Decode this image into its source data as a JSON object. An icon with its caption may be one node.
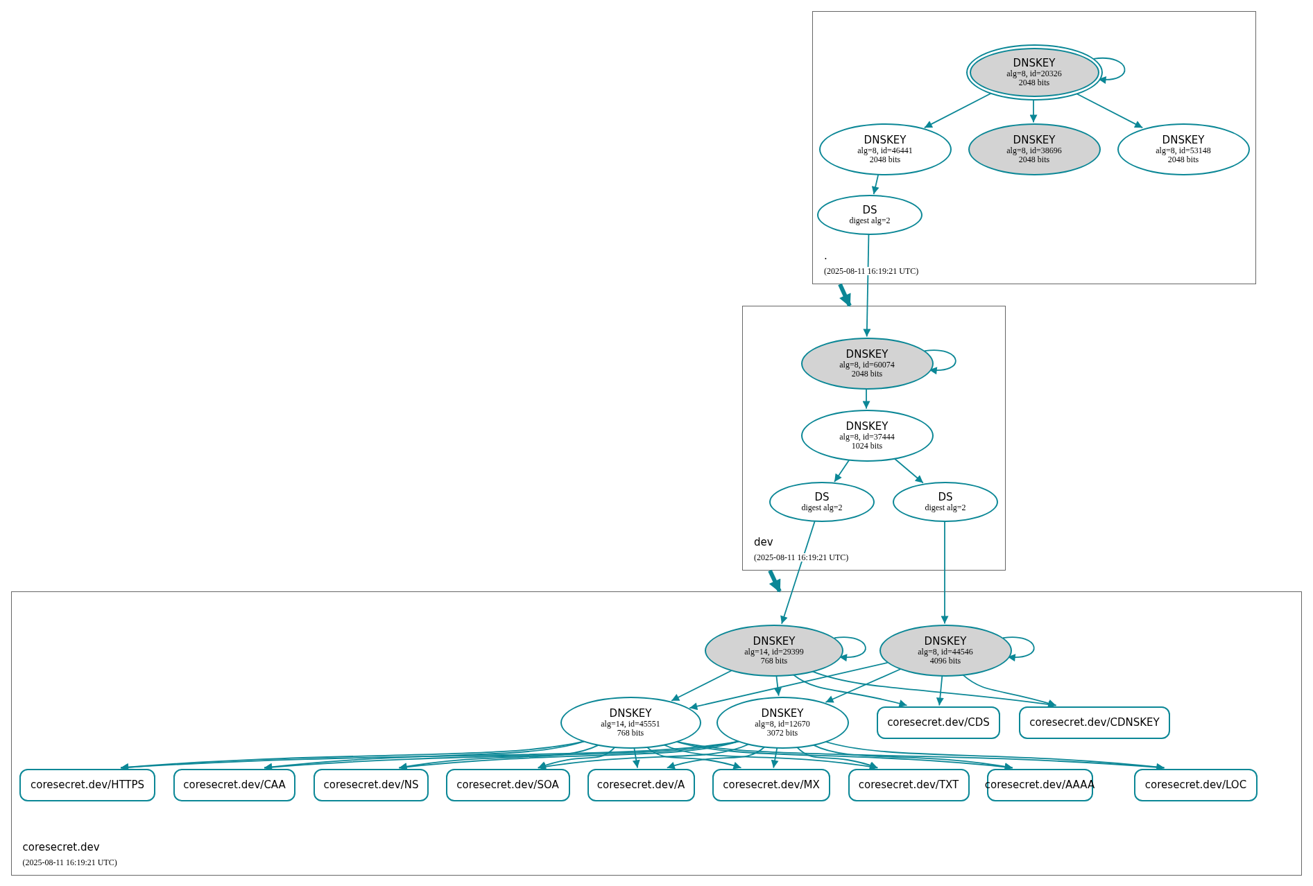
{
  "diagram": {
    "nodes": [
      {
        "text": [
          ".",
          "(2025-08-11 16:19:21 UTC)"
        ]
      },
      {
        "text": [
          "DNSKEY",
          "alg=8, id=20326",
          "2048 bits"
        ],
        "in": 0
      },
      {
        "text": [
          "DNSKEY",
          "alg=8, id=46441",
          "2048 bits"
        ],
        "in": 0
      },
      {
        "text": [
          "DNSKEY",
          "alg=8, id=38696",
          "2048 bits"
        ],
        "in": 0
      },
      {
        "text": [
          "DNSKEY",
          "alg=8, id=53148",
          "2048 bits"
        ],
        "in": 0
      },
      {
        "text": [
          "DS",
          "digest alg=2"
        ],
        "in": 0
      },
      {
        "text": [
          "dev",
          "(2025-08-11 16:19:21 UTC)"
        ]
      },
      {
        "text": [
          "DNSKEY",
          "alg=8, id=60074",
          "2048 bits"
        ],
        "in": 6
      },
      {
        "text": [
          "DNSKEY",
          "alg=8, id=37444",
          "1024 bits"
        ],
        "in": 6
      },
      {
        "text": [
          "DS",
          "digest alg=2"
        ],
        "in": 6
      },
      {
        "text": [
          "DS",
          "digest alg=2"
        ],
        "in": 6
      },
      {
        "text": [
          "coresecret.dev",
          "(2025-08-11 16:19:21 UTC)"
        ]
      },
      {
        "text": [
          "DNSKEY",
          "alg=14, id=29399",
          "768 bits"
        ],
        "in": 11
      },
      {
        "text": [
          "DNSKEY",
          "alg=8, id=44546",
          "4096 bits"
        ],
        "in": 11
      },
      {
        "text": [
          "DNSKEY",
          "alg=14, id=45551",
          "768 bits"
        ],
        "in": 11
      },
      {
        "text": [
          "DNSKEY",
          "alg=8, id=12670",
          "3072 bits"
        ],
        "in": 11
      },
      {
        "text": [
          "coresecret.dev/CDS"
        ],
        "in": 11
      },
      {
        "text": [
          "coresecret.dev/CDNSKEY"
        ],
        "in": 11
      },
      {
        "text": [
          "coresecret.dev/HTTPS"
        ],
        "in": 11
      },
      {
        "text": [
          "coresecret.dev/CAA"
        ],
        "in": 11
      },
      {
        "text": [
          "coresecret.dev/NS"
        ],
        "in": 11
      },
      {
        "text": [
          "coresecret.dev/SOA"
        ],
        "in": 11
      },
      {
        "text": [
          "coresecret.dev/A"
        ],
        "in": 11
      },
      {
        "text": [
          "coresecret.dev/MX"
        ],
        "in": 11
      },
      {
        "text": [
          "coresecret.dev/TXT"
        ],
        "in": 11
      },
      {
        "text": [
          "coresecret.dev/AAAA"
        ],
        "in": 11
      },
      {
        "text": [
          "coresecret.dev/LOC"
        ],
        "in": 11
      }
    ],
    "edges": [
      {
        "from": 1,
        "to": 1,
        "arrow": "to"
      },
      {
        "from": 1,
        "to": 2,
        "arrow": "to"
      },
      {
        "from": 1,
        "to": 3,
        "arrow": "to"
      },
      {
        "from": 1,
        "to": 4,
        "arrow": "to"
      },
      {
        "from": 2,
        "to": 5,
        "arrow": "to"
      },
      {
        "from": 5,
        "to": 7,
        "arrow": "to"
      },
      {
        "from": 0,
        "to": 6,
        "arrow": "to",
        "style": "thick"
      },
      {
        "from": 7,
        "to": 7,
        "arrow": "to"
      },
      {
        "from": 7,
        "to": 8,
        "arrow": "to"
      },
      {
        "from": 8,
        "to": 9,
        "arrow": "to"
      },
      {
        "from": 8,
        "to": 10,
        "arrow": "to"
      },
      {
        "from": 9,
        "to": 12,
        "arrow": "to"
      },
      {
        "from": 10,
        "to": 13,
        "arrow": "to"
      },
      {
        "from": 6,
        "to": 11,
        "arrow": "to",
        "style": "thick"
      },
      {
        "from": 12,
        "to": 12,
        "arrow": "to"
      },
      {
        "from": 12,
        "to": 14,
        "arrow": "to"
      },
      {
        "from": 12,
        "to": 15,
        "arrow": "to"
      },
      {
        "from": 12,
        "to": 16,
        "arrow": "to"
      },
      {
        "from": 12,
        "to": 17,
        "arrow": "to"
      },
      {
        "from": 13,
        "to": 13,
        "arrow": "to"
      },
      {
        "from": 13,
        "to": 14,
        "arrow": "to"
      },
      {
        "from": 13,
        "to": 15,
        "arrow": "to"
      },
      {
        "from": 13,
        "to": 16,
        "arrow": "to"
      },
      {
        "from": 13,
        "to": 17,
        "arrow": "to"
      },
      {
        "from": 14,
        "to": 18,
        "arrow": "to"
      },
      {
        "from": 14,
        "to": 19,
        "arrow": "to"
      },
      {
        "from": 14,
        "to": 20,
        "arrow": "to"
      },
      {
        "from": 14,
        "to": 21,
        "arrow": "to"
      },
      {
        "from": 14,
        "to": 22,
        "arrow": "to"
      },
      {
        "from": 14,
        "to": 23,
        "arrow": "to"
      },
      {
        "from": 14,
        "to": 24,
        "arrow": "to"
      },
      {
        "from": 14,
        "to": 25,
        "arrow": "to"
      },
      {
        "from": 14,
        "to": 26,
        "arrow": "to"
      },
      {
        "from": 15,
        "to": 18,
        "arrow": "to"
      },
      {
        "from": 15,
        "to": 19,
        "arrow": "to"
      },
      {
        "from": 15,
        "to": 20,
        "arrow": "to"
      },
      {
        "from": 15,
        "to": 21,
        "arrow": "to"
      },
      {
        "from": 15,
        "to": 22,
        "arrow": "to"
      },
      {
        "from": 15,
        "to": 23,
        "arrow": "to"
      },
      {
        "from": 15,
        "to": 24,
        "arrow": "to"
      },
      {
        "from": 15,
        "to": 25,
        "arrow": "to"
      },
      {
        "from": 15,
        "to": 26,
        "arrow": "to"
      }
    ]
  }
}
